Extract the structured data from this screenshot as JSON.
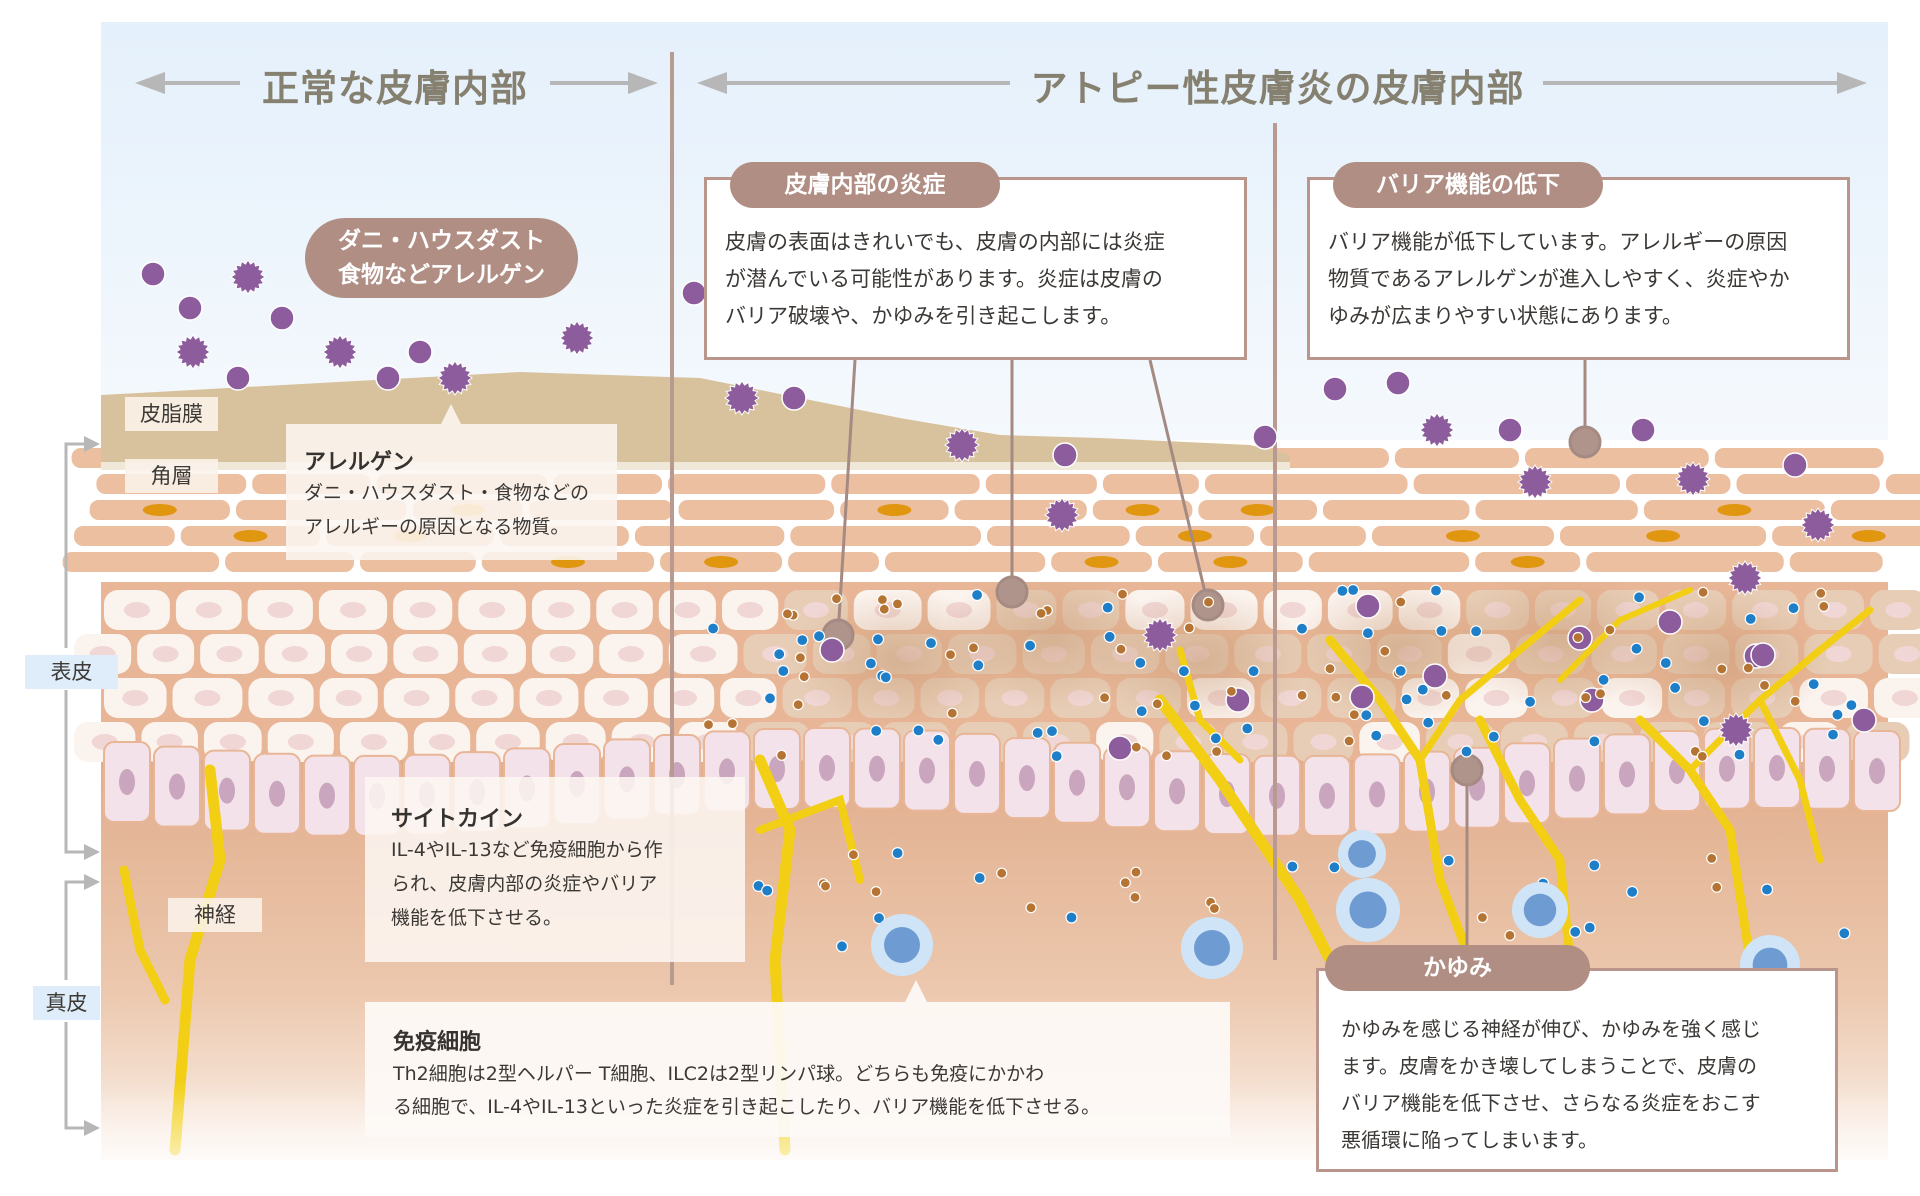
{
  "headers": {
    "normal": "正常な皮膚内部",
    "atopic": "アトピー性皮膚炎の皮膚内部"
  },
  "layer_labels": {
    "sebum": "皮脂膜",
    "stratum_corneum": "角層",
    "epidermis": "表皮",
    "nerve": "神経",
    "dermis": "真皮"
  },
  "allergen_pill": {
    "line1": "ダニ・ハウスダスト",
    "line2": "食物などアレルゲン"
  },
  "notes": {
    "allergen": {
      "title": "アレルゲン",
      "lines": [
        "ダニ・ハウスダスト・食物などの",
        "アレルギーの原因となる物質。"
      ]
    },
    "cytokine": {
      "title": "サイトカイン",
      "lines": [
        "IL-4やIL-13など免疫細胞から作",
        "られ、皮膚内部の炎症やバリア",
        "機能を低下させる。"
      ]
    },
    "immune_cells": {
      "title": "免疫細胞",
      "lines": [
        "Th2細胞は2型ヘルパー T細胞、ILC2は2型リンパ球。どちらも免疫にかかわ",
        "る細胞で、IL-4やIL-13といった炎症を引き起こしたり、バリア機能を低下させる。"
      ]
    }
  },
  "callouts": {
    "inflammation": {
      "title": "皮膚内部の炎症",
      "lines": [
        "皮膚の表面はきれいでも、皮膚の内部には炎症",
        "が潜んでいる可能性があります。炎症は皮膚の",
        "バリア破壊や、かゆみを引き起こします。"
      ]
    },
    "barrier": {
      "title": "バリア機能の低下",
      "lines": [
        "バリア機能が低下しています。アレルギーの原因",
        "物質であるアレルゲンが進入しやすく、炎症やか",
        "ゆみが広まりやすい状態にあります。"
      ]
    },
    "itch": {
      "title": "かゆみ",
      "lines": [
        "かゆみを感じる神経が伸び、かゆみを強く感じ",
        "ます。皮膚をかき壊してしまうことで、皮膚の",
        "バリア機能を低下させ、さらなる炎症をおこす",
        "悪循環に陥ってしまいます。"
      ]
    }
  },
  "colors": {
    "sky_top": "#e4f0fb",
    "sky_bottom": "#f3f8fd",
    "sebum": "#d8c29e",
    "corneum": "#ebbf9f",
    "corneum_nucleus": "#e0960f",
    "spinous_cell": "#fbf3ee",
    "spinous_border": "#e8b696",
    "inflamed_cell": "#e7cdb5",
    "basal_cell": "#f3e2ea",
    "basal_nucleus": "#c9a6bd",
    "dermis": "#e4b597",
    "nerve": "#f2cf14",
    "allergen": "#8c5c9c",
    "cytokine_blue": "#1e7fc8",
    "cytokine_brown": "#b57433",
    "immune_cell": "#cfe5f7",
    "immune_nucleus": "#6f9bd3",
    "accent": "#b08e84",
    "divider": "#b99a90",
    "arrow": "#b7b7b7",
    "header_text": "#85806f"
  }
}
